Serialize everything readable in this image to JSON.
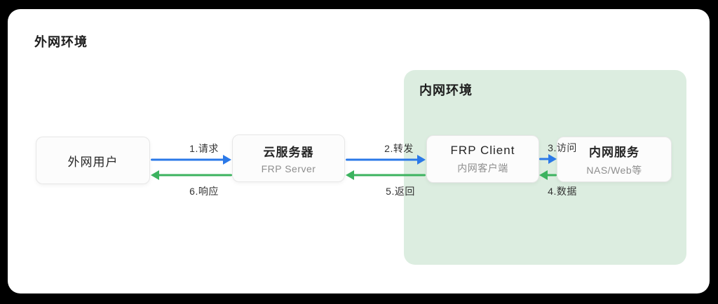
{
  "zones": {
    "outer": {
      "label": "外网环境"
    },
    "inner": {
      "label": "内网环境",
      "bg": "#dcede0"
    }
  },
  "nodes": [
    {
      "id": "external-user",
      "title": "外网用户"
    },
    {
      "id": "cloud-server",
      "title": "云服务器",
      "subtitle": "FRP Server"
    },
    {
      "id": "frp-client",
      "title": "FRP Client",
      "subtitle": "内网客户端"
    },
    {
      "id": "internal-service",
      "title": "内网服务",
      "subtitle": "NAS/Web等"
    }
  ],
  "flows": [
    {
      "step": 1,
      "label": "1.请求",
      "direction": "right",
      "color": "blue",
      "from": "external-user",
      "to": "cloud-server"
    },
    {
      "step": 2,
      "label": "2.转发",
      "direction": "right",
      "color": "blue",
      "from": "cloud-server",
      "to": "frp-client"
    },
    {
      "step": 3,
      "label": "3.访问",
      "direction": "right",
      "color": "blue",
      "from": "frp-client",
      "to": "internal-service"
    },
    {
      "step": 4,
      "label": "4.数据",
      "direction": "left",
      "color": "green",
      "from": "internal-service",
      "to": "frp-client"
    },
    {
      "step": 5,
      "label": "5.返回",
      "direction": "left",
      "color": "green",
      "from": "frp-client",
      "to": "cloud-server"
    },
    {
      "step": 6,
      "label": "6.响应",
      "direction": "left",
      "color": "green",
      "from": "cloud-server",
      "to": "external-user"
    }
  ],
  "colors": {
    "arrow_blue": "#2b79e8",
    "arrow_green": "#3cb35f"
  }
}
